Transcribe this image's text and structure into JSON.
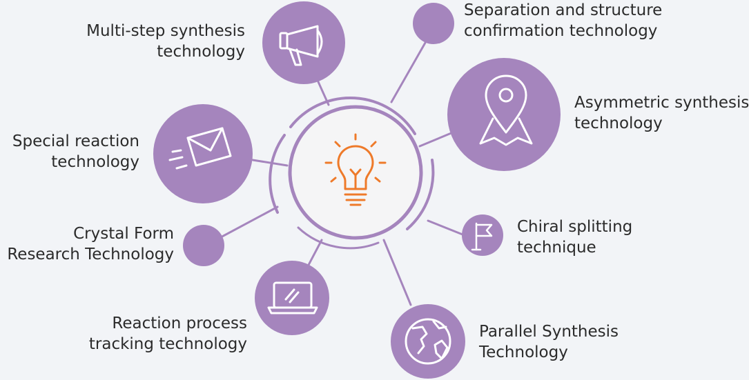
{
  "colors": {
    "background": "#f2f4f7",
    "node": "#a585bd",
    "connector": "#a585bd",
    "hub_ring": "#a585bd",
    "hub_fill": "#f5f5f6",
    "bulb": "#ee7a2a",
    "icon_stroke": "#ffffff",
    "text": "#2b2b2b"
  },
  "hub": {
    "icon": "lightbulb-icon"
  },
  "nodes": {
    "multistep": {
      "icon": "megaphone-icon",
      "label_lines": [
        "Multi-step synthesis",
        "technology"
      ]
    },
    "separation": {
      "icon": "none",
      "label_lines": [
        "Separation and structure",
        "confirmation technology"
      ]
    },
    "asymmetric": {
      "icon": "map-pin-icon",
      "label_lines": [
        "Asymmetric synthesis",
        "technology"
      ]
    },
    "special": {
      "icon": "envelope-icon",
      "label_lines": [
        "Special reaction",
        "technology"
      ]
    },
    "chiral": {
      "icon": "flag-icon",
      "label_lines": [
        "Chiral splitting",
        "technique"
      ]
    },
    "crystal": {
      "icon": "none",
      "label_lines": [
        "Crystal Form",
        "Research Technology"
      ]
    },
    "reaction": {
      "icon": "laptop-icon",
      "label_lines": [
        "Reaction process",
        "tracking technology"
      ]
    },
    "parallel": {
      "icon": "globe-icon",
      "label_lines": [
        "Parallel Synthesis",
        "Technology"
      ]
    }
  }
}
